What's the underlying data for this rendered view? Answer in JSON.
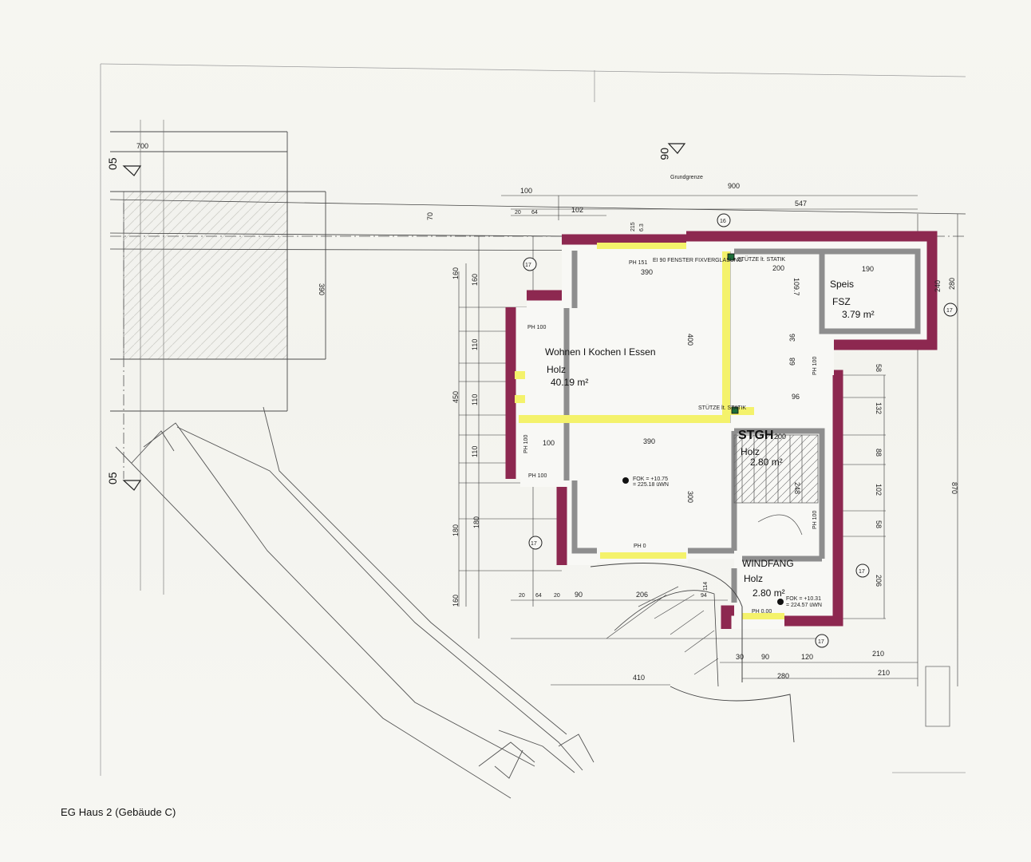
{
  "caption": "EG Haus 2 (Gebäude C)",
  "colors": {
    "paper": "#f7f7f3",
    "wall_red": "#8d2850",
    "wall_grey": "#9b9b9b",
    "highlight_yellow": "#f4f26b",
    "line": "#2a2a2a",
    "light_line": "#5e5e5e"
  },
  "rooms": {
    "wohnen": {
      "name": "Wohnen I Kochen I Essen",
      "floor": "Holz",
      "area": "40.19 m²"
    },
    "speis": {
      "name": "Speis",
      "extra": "FSZ",
      "area": "3.79 m²"
    },
    "stgh": {
      "name": "STGH",
      "floor": "Holz",
      "area": "2.80 m²"
    },
    "windfang": {
      "name": "WINDFANG",
      "floor": "Holz",
      "area": "2.80 m²"
    }
  },
  "labels": {
    "grundgrenze": "Grundgrenze",
    "section_top_left": "05",
    "section_bottom_left": "05",
    "section_top_mid": "06",
    "window_top": "EI 90 FENSTER FIXVERGLASUNG",
    "ph_top": "PH 151",
    "stuetze_top": "STÜTZE lt. STATIK",
    "stuetze_mid": "STÜTZE lt. STATIK",
    "ph_left_1": "PH 100",
    "ph_left_2": "PH 100",
    "ph_left_3": "PH 100",
    "ph_bottom": "PH 0",
    "ph_windfang": "PH 0.00",
    "ph_side_1": "PH 100",
    "ph_side_2": "PH 100",
    "level_1": "FOK = +10.75",
    "level_2": "= 225.18 üWN",
    "level_3": "FOK = +10.31",
    "level_4": "= 224.57 üWN",
    "ref_17_a": "17",
    "ref_17_b": "17",
    "ref_17_c": "17",
    "ref_17_d": "17",
    "ref_17_e": "17",
    "ref_16": "16"
  },
  "dimensions": {
    "d700": "700",
    "d390_left": "390",
    "d70": "70",
    "d100_top": "100",
    "d900": "900",
    "d547": "547",
    "d20": "20",
    "d64": "64",
    "d102": "102",
    "d215": "215",
    "d63": "6.3",
    "d390_top": "390",
    "d200_top": "200",
    "d190": "190",
    "d1097": "109.7",
    "d240": "240",
    "d280_right": "280",
    "d160": "160",
    "d450": "450",
    "d110": "110",
    "d400": "400",
    "d300": "300",
    "d180": "180",
    "d100_mid": "100",
    "d390_mid": "390",
    "d200_mid": "200",
    "d36": "36",
    "d68": "68",
    "d96": "96",
    "d58": "58",
    "d132": "132",
    "d88": "88",
    "d248": "248",
    "d206_right": "206",
    "d206_bottom": "206",
    "d90_bottom": "90",
    "d410": "410",
    "d210_a": "210",
    "d210_b": "210",
    "d280_bottom": "280",
    "d30": "30",
    "d90_windfang": "90",
    "d120": "120",
    "d870": "870",
    "d114": "114",
    "d94": "94"
  }
}
